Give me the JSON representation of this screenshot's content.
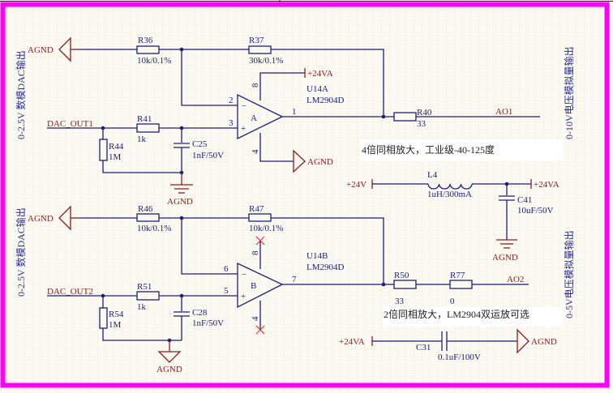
{
  "border_color": "#ff00ff",
  "wire_color": "#1b1f7a",
  "port_color": "#8b2020",
  "channel1": {
    "side_label": "0-2.5V 数模DAC输出",
    "output_label": "0-10V电压模拟量输出",
    "agnd_port": "AGND",
    "input_net": "DAC_OUT1",
    "r36": {
      "ref": "R36",
      "value": "10k/0.1%"
    },
    "r37": {
      "ref": "R37",
      "value": "30k/0.1%"
    },
    "r41": {
      "ref": "R41",
      "value": "1k"
    },
    "r44": {
      "ref": "R44",
      "value": "1M"
    },
    "c25": {
      "ref": "C25",
      "value": "1nF/50V"
    },
    "r40": {
      "ref": "R40",
      "value": "33"
    },
    "opamp": {
      "ref": "U14A",
      "part": "LM2904D",
      "unit": "A",
      "pin_inv": "2",
      "pin_noninv": "3",
      "pin_out": "1",
      "pin_vcc": "8",
      "pin_gnd": "4",
      "minus": "−",
      "plus": "+"
    },
    "vcc": "+24VA",
    "gnd_pin_port": "AGND",
    "gnd_label": "AGND",
    "output_net": "AO1",
    "note": "4倍同相放大，工业级-40-125度"
  },
  "power": {
    "in_label": "+24V",
    "l4": {
      "ref": "L4",
      "value": "1uH/300mA"
    },
    "out_label": "+24VA",
    "c41": {
      "ref": "C41",
      "value": "10uF/50V"
    },
    "gnd_label": "AGND"
  },
  "channel2": {
    "side_label": "0-2.5V 数模DAC输出",
    "output_label": "0-5V电压模拟量输出",
    "agnd_port": "AGND",
    "input_net": "DAC_OUT2",
    "r46": {
      "ref": "R46",
      "value": "10k/0.1%"
    },
    "r47": {
      "ref": "R47",
      "value": "10k/0.1%"
    },
    "r51": {
      "ref": "R51",
      "value": "1k"
    },
    "r54": {
      "ref": "R54",
      "value": "1M"
    },
    "c28": {
      "ref": "C28",
      "value": "1nF/50V"
    },
    "r50": {
      "ref": "R50",
      "value": "33"
    },
    "r77": {
      "ref": "R77",
      "value": "0"
    },
    "opamp": {
      "ref": "U14B",
      "part": "LM2904D",
      "unit": "B",
      "pin_inv": "6",
      "pin_noninv": "5",
      "pin_out": "7",
      "pin_vcc": "8",
      "pin_gnd": "4",
      "minus": "−",
      "plus": "+"
    },
    "gnd_label": "AGND",
    "output_net": "AO2",
    "note": "2倍同相放大，LM2904双运放可选"
  },
  "decoupling": {
    "in_label": "+24VA",
    "c31": {
      "ref": "C31",
      "value": "0.1uF/100V"
    },
    "gnd_label": "AGND"
  }
}
